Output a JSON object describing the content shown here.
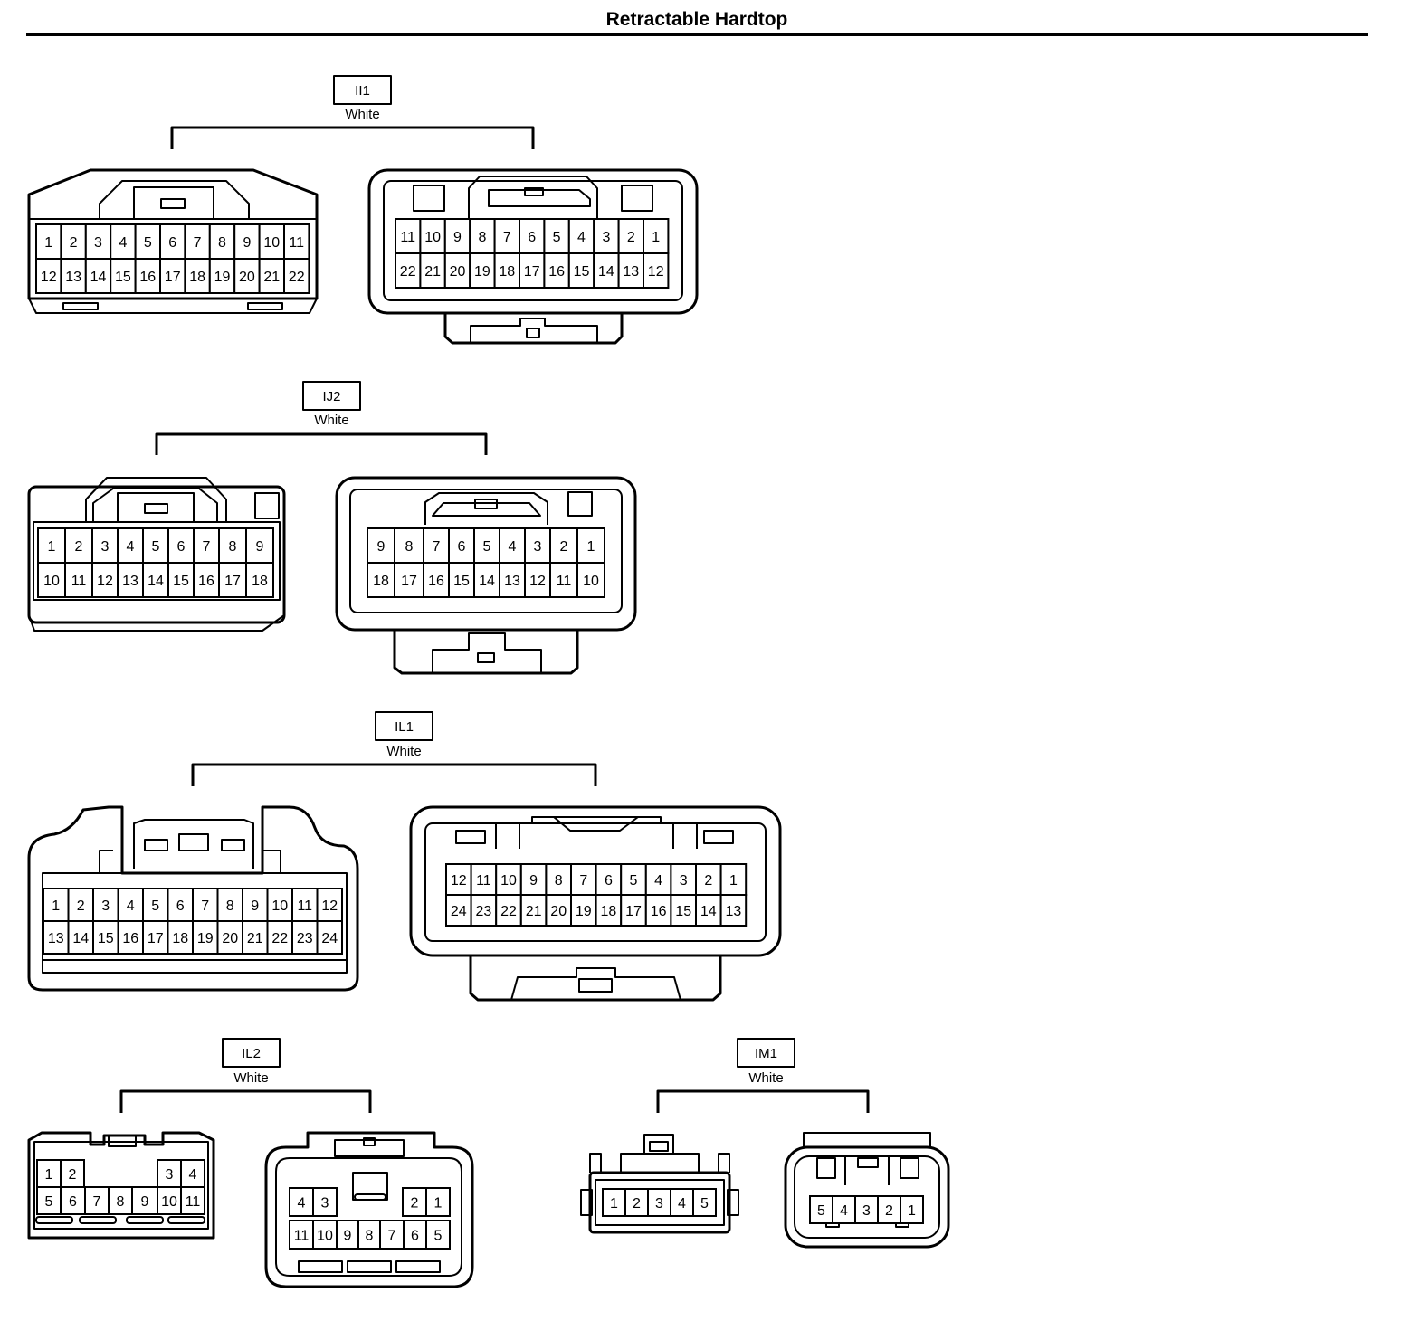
{
  "page": {
    "title": "Retractable Hardtop"
  },
  "connectors": [
    {
      "id": "II1",
      "color": "White",
      "views": [
        {
          "rows": [
            [
              "1",
              "2",
              "3",
              "4",
              "5",
              "6",
              "7",
              "8",
              "9",
              "10",
              "11"
            ],
            [
              "12",
              "13",
              "14",
              "15",
              "16",
              "17",
              "18",
              "19",
              "20",
              "21",
              "22"
            ]
          ]
        },
        {
          "rows": [
            [
              "11",
              "10",
              "9",
              "8",
              "7",
              "6",
              "5",
              "4",
              "3",
              "2",
              "1"
            ],
            [
              "22",
              "21",
              "20",
              "19",
              "18",
              "17",
              "16",
              "15",
              "14",
              "13",
              "12"
            ]
          ]
        }
      ]
    },
    {
      "id": "IJ2",
      "color": "White",
      "views": [
        {
          "rows": [
            [
              "1",
              "2",
              "3",
              "4",
              "5",
              "6",
              "7",
              "8",
              "9"
            ],
            [
              "10",
              "11",
              "12",
              "13",
              "14",
              "15",
              "16",
              "17",
              "18"
            ]
          ]
        },
        {
          "rows": [
            [
              "9",
              "8",
              "7",
              "6",
              "5",
              "4",
              "3",
              "2",
              "1"
            ],
            [
              "18",
              "17",
              "16",
              "15",
              "14",
              "13",
              "12",
              "11",
              "10"
            ]
          ]
        }
      ]
    },
    {
      "id": "IL1",
      "color": "White",
      "views": [
        {
          "rows": [
            [
              "1",
              "2",
              "3",
              "4",
              "5",
              "6",
              "7",
              "8",
              "9",
              "10",
              "11",
              "12"
            ],
            [
              "13",
              "14",
              "15",
              "16",
              "17",
              "18",
              "19",
              "20",
              "21",
              "22",
              "23",
              "24"
            ]
          ]
        },
        {
          "rows": [
            [
              "12",
              "11",
              "10",
              "9",
              "8",
              "7",
              "6",
              "5",
              "4",
              "3",
              "2",
              "1"
            ],
            [
              "24",
              "23",
              "22",
              "21",
              "20",
              "19",
              "18",
              "17",
              "16",
              "15",
              "14",
              "13"
            ]
          ]
        }
      ]
    },
    {
      "id": "IL2",
      "color": "White",
      "views": [
        {
          "rows": [
            [
              "1",
              "2",
              "3",
              "4"
            ],
            [
              "5",
              "6",
              "7",
              "8",
              "9",
              "10",
              "11"
            ]
          ]
        },
        {
          "rows": [
            [
              "4",
              "3",
              "2",
              "1"
            ],
            [
              "11",
              "10",
              "9",
              "8",
              "7",
              "6",
              "5"
            ]
          ]
        }
      ]
    },
    {
      "id": "IM1",
      "color": "White",
      "views": [
        {
          "rows": [
            [
              "1",
              "2",
              "3",
              "4",
              "5"
            ]
          ]
        },
        {
          "rows": [
            [
              "5",
              "4",
              "3",
              "2",
              "1"
            ]
          ]
        }
      ]
    }
  ]
}
